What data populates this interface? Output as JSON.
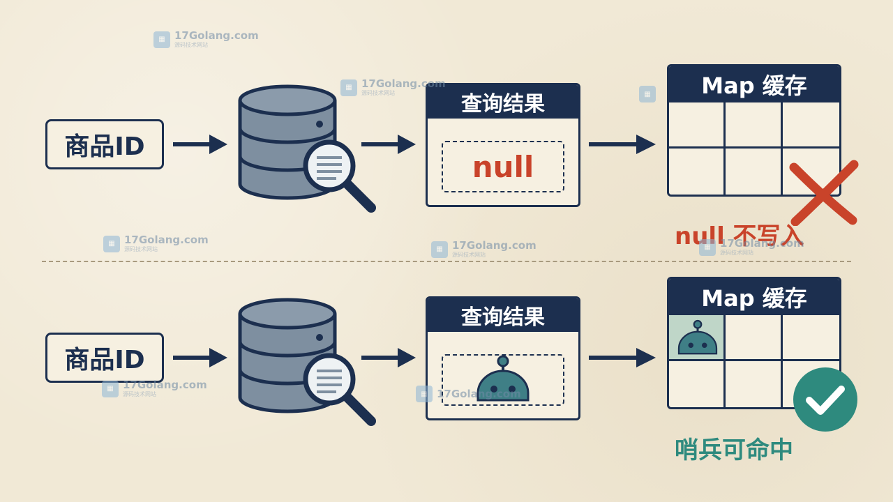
{
  "rows": [
    {
      "id_label": "商品ID",
      "result_header": "查询结果",
      "result_value": "null",
      "map_header": "Map 缓存",
      "caption": "null 不写入",
      "status_icon": "cross-icon"
    },
    {
      "id_label": "商品ID",
      "result_header": "查询结果",
      "result_value_icon": "sentinel-robot-icon",
      "map_header": "Map 缓存",
      "caption": "哨兵可命中",
      "status_icon": "check-circle-icon"
    }
  ],
  "watermark": {
    "text": "17Golang.com",
    "sub": "源码技术网站"
  },
  "colors": {
    "navy": "#1c2f4f",
    "red": "#c9432a",
    "teal": "#2e8a7e",
    "db": "#7e8fa0"
  }
}
